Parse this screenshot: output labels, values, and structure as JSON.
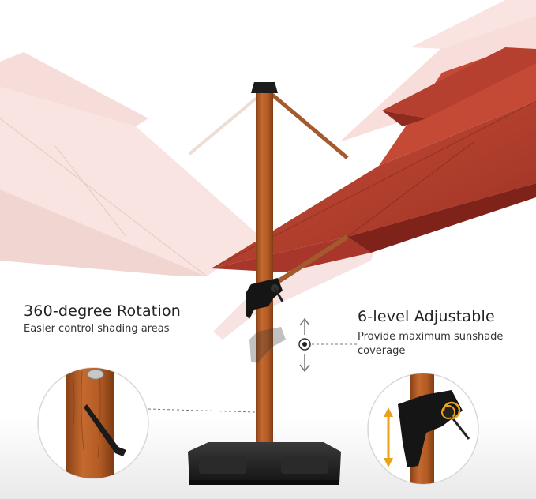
{
  "features": {
    "rotation": {
      "title": "360-degree Rotation",
      "subtitle": "Easier control shading areas"
    },
    "adjustable": {
      "title": "6-level Adjustable",
      "subtitle_line1": "Provide maximum sunshade",
      "subtitle_line2": "coverage"
    }
  },
  "colors": {
    "canopy": "#b8402e",
    "canopy_dark": "#8e2a1f",
    "canopy_ghost": "#f2c8c2",
    "pole_wood": "#b3602c",
    "base": "#1f1f1f",
    "accent_arrow": "#e9a21a"
  },
  "icons": {
    "up_down_arrows": "up-down-arrow-icon",
    "target_dot": "target-dot-icon"
  }
}
